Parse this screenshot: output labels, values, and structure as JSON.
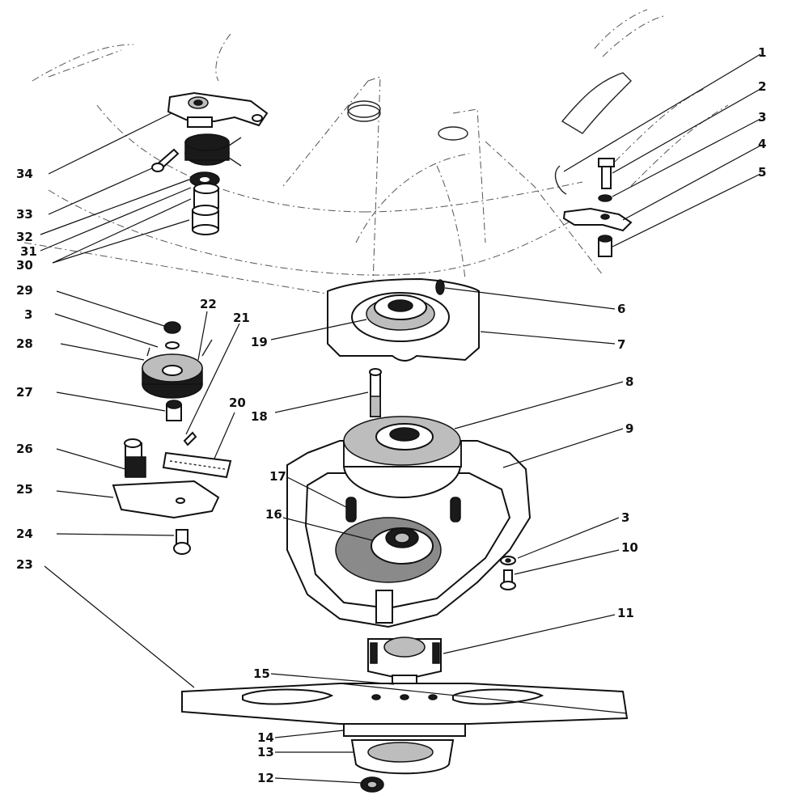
{
  "diagram": {
    "callouts": [
      {
        "id": "c1",
        "label": "1"
      },
      {
        "id": "c2",
        "label": "2"
      },
      {
        "id": "c3a",
        "label": "3"
      },
      {
        "id": "c4",
        "label": "4"
      },
      {
        "id": "c5",
        "label": "5"
      },
      {
        "id": "c6",
        "label": "6"
      },
      {
        "id": "c7",
        "label": "7"
      },
      {
        "id": "c8",
        "label": "8"
      },
      {
        "id": "c9",
        "label": "9"
      },
      {
        "id": "c3b",
        "label": "3"
      },
      {
        "id": "c10",
        "label": "10"
      },
      {
        "id": "c11",
        "label": "11"
      },
      {
        "id": "c12",
        "label": "12"
      },
      {
        "id": "c13",
        "label": "13"
      },
      {
        "id": "c14",
        "label": "14"
      },
      {
        "id": "c15",
        "label": "15"
      },
      {
        "id": "c16",
        "label": "16"
      },
      {
        "id": "c17",
        "label": "17"
      },
      {
        "id": "c18",
        "label": "18"
      },
      {
        "id": "c19",
        "label": "19"
      },
      {
        "id": "c20",
        "label": "20"
      },
      {
        "id": "c21",
        "label": "21"
      },
      {
        "id": "c22",
        "label": "22"
      },
      {
        "id": "c23",
        "label": "23"
      },
      {
        "id": "c24",
        "label": "24"
      },
      {
        "id": "c25",
        "label": "25"
      },
      {
        "id": "c26",
        "label": "26"
      },
      {
        "id": "c27",
        "label": "27"
      },
      {
        "id": "c28",
        "label": "28"
      },
      {
        "id": "c3c",
        "label": "3"
      },
      {
        "id": "c29",
        "label": "29"
      },
      {
        "id": "c30",
        "label": "30"
      },
      {
        "id": "c31",
        "label": "31"
      },
      {
        "id": "c32",
        "label": "32"
      },
      {
        "id": "c33",
        "label": "33"
      },
      {
        "id": "c34",
        "label": "34"
      }
    ]
  }
}
